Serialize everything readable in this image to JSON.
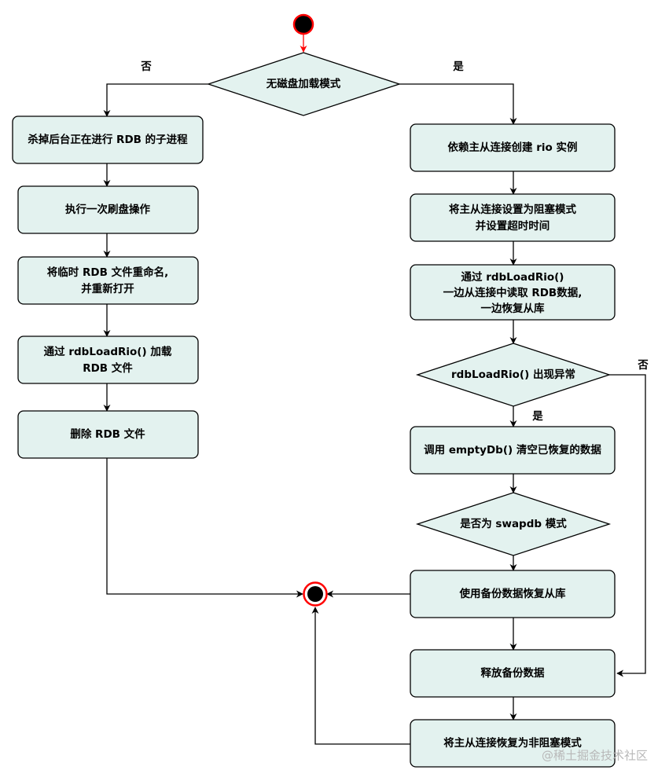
{
  "nodes": {
    "diskless": "无磁盘加载模式",
    "kill_child": "杀掉后台正在进行 RDB 的子进程",
    "flush": "执行一次刷盘操作",
    "rename_1": "将临时 RDB 文件重命名,",
    "rename_2": "并重新打开",
    "load_file_1": "通过 rdbLoadRio() 加载",
    "load_file_2": "RDB 文件",
    "delete_rdb": "删除 RDB 文件",
    "create_rio": "依赖主从连接创建 rio 实例",
    "set_block_1": "将主从连接设置为阻塞模式",
    "set_block_2": "并设置超时时间",
    "load_conn_1": "通过 rdbLoadRio()",
    "load_conn_2": "一边从连接中读取 RDB数据,",
    "load_conn_3": "一边恢复从库",
    "exception": "rdbLoadRio() 出现异常",
    "empty_db": "调用 emptyDb() 清空已恢复的数据",
    "swapdb": "是否为 swapdb 模式",
    "restore_backup": "使用备份数据恢复从库",
    "release_backup": "释放备份数据",
    "restore_nonblock": "将主从连接恢复为非阻塞模式"
  },
  "edge_labels": {
    "diskless_no": "否",
    "diskless_yes": "是",
    "exception_no": "否",
    "exception_yes": "是"
  },
  "watermark": "@稀土掘金技术社区",
  "colors": {
    "box_fill": "#e3f2ef",
    "start_node": "#ff0000",
    "end_node": "#ff0000"
  }
}
